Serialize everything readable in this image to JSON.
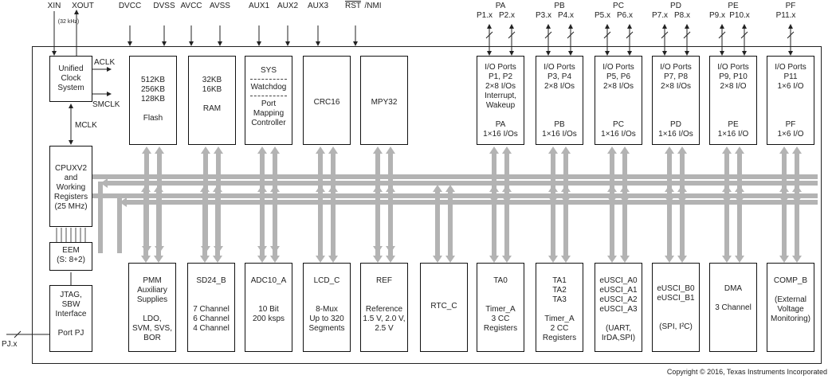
{
  "top_signals": {
    "xin": "XIN",
    "xout": "XOUT",
    "xtal_note": "(32 kHz)",
    "dvcc": "DVCC",
    "dvss": "DVSS",
    "avcc": "AVCC",
    "avss": "AVSS",
    "aux1": "AUX1",
    "aux2": "AUX2",
    "aux3": "AUX3",
    "rst": "RST",
    "nmi": "/NMI"
  },
  "clock": {
    "lines": [
      "Unified",
      "Clock",
      "System"
    ],
    "aclk": "ACLK",
    "smclk": "SMCLK",
    "mclk": "MCLK"
  },
  "cpu": {
    "lines": [
      "CPUXV2",
      "and",
      "Working",
      "Registers",
      "(25 MHz)"
    ]
  },
  "eem": {
    "lines": [
      "EEM",
      "(S: 8+2)"
    ]
  },
  "jtag": {
    "lines": [
      "JTAG,",
      "SBW",
      "Interface",
      "",
      "Port PJ"
    ],
    "pin": "PJ.x"
  },
  "top_blocks": [
    {
      "id": "flash",
      "lines": [
        "512KB",
        "256KB",
        "128KB",
        "",
        "Flash"
      ]
    },
    {
      "id": "ram",
      "lines": [
        "32KB",
        "16KB",
        "",
        "RAM"
      ]
    },
    {
      "id": "crc16",
      "lines": [
        "CRC16"
      ]
    },
    {
      "id": "mpy32",
      "lines": [
        "MPY32"
      ]
    }
  ],
  "sys_block": {
    "sys": "SYS",
    "watchdog": "Watchdog",
    "port_map": [
      "Port",
      "Mapping",
      "Controller"
    ]
  },
  "ports": [
    {
      "group": "PA",
      "pins": [
        "P1.x",
        "P2.x"
      ],
      "lines": [
        "I/O Ports",
        "P1, P2",
        "2×8 I/Os",
        "Interrupt,",
        "Wakeup",
        "",
        "PA",
        "1×16 I/Os"
      ]
    },
    {
      "group": "PB",
      "pins": [
        "P3.x",
        "P4.x"
      ],
      "lines": [
        "I/O Ports",
        "P3, P4",
        "2×8 I/Os",
        "",
        "",
        "",
        "PB",
        "1×16 I/Os"
      ]
    },
    {
      "group": "PC",
      "pins": [
        "P5.x",
        "P6.x"
      ],
      "lines": [
        "I/O Ports",
        "P5, P6",
        "2×8 I/Os",
        "",
        "",
        "",
        "PC",
        "1×16 I/Os"
      ]
    },
    {
      "group": "PD",
      "pins": [
        "P7.x",
        "P8.x"
      ],
      "lines": [
        "I/O Ports",
        "P7, P8",
        "2×8 I/Os",
        "",
        "",
        "",
        "PD",
        "1×16 I/Os"
      ]
    },
    {
      "group": "PE",
      "pins": [
        "P9.x",
        "P10.x"
      ],
      "lines": [
        "I/O Ports",
        "P9, P10",
        "2×8 I/O",
        "",
        "",
        "",
        "PE",
        "1×16 I/O"
      ]
    },
    {
      "group": "PF",
      "pins": [
        "P11.x"
      ],
      "lines": [
        "I/O Ports",
        "P11",
        "1×6 I/O",
        "",
        "",
        "",
        "PF",
        "1×6 I/O"
      ]
    }
  ],
  "bottom_blocks": [
    {
      "id": "pmm",
      "lines": [
        "PMM",
        "Auxiliary",
        "Supplies",
        "",
        "LDO,",
        "SVM, SVS,",
        "BOR"
      ]
    },
    {
      "id": "sd24",
      "lines": [
        "SD24_B",
        "",
        "",
        "7 Channel",
        "6 Channel",
        "4 Channel"
      ]
    },
    {
      "id": "adc10",
      "lines": [
        "ADC10_A",
        "",
        "",
        "10 Bit",
        "200 ksps"
      ]
    },
    {
      "id": "lcd",
      "lines": [
        "LCD_C",
        "",
        "",
        "8-Mux",
        "Up to 320",
        "Segments"
      ]
    },
    {
      "id": "ref",
      "lines": [
        "REF",
        "",
        "",
        "Reference",
        "1.5 V, 2.0 V,",
        "2.5 V"
      ]
    },
    {
      "id": "rtc",
      "lines": [
        "RTC_C"
      ]
    },
    {
      "id": "ta0",
      "lines": [
        "TA0",
        "",
        "",
        "Timer_A",
        "3 CC",
        "Registers"
      ]
    },
    {
      "id": "ta123",
      "lines": [
        "TA1",
        "TA2",
        "TA3",
        "",
        "Timer_A",
        "2 CC",
        "Registers"
      ]
    },
    {
      "id": "eusci_a",
      "lines": [
        "eUSCI_A0",
        "eUSCI_A1",
        "eUSCI_A2",
        "eUSCI_A3",
        "",
        "(UART,",
        "IrDA,SPI)"
      ]
    },
    {
      "id": "eusci_b",
      "lines": [
        "eUSCI_B0",
        "eUSCI_B1",
        "",
        "",
        "(SPI, I²C)"
      ]
    },
    {
      "id": "dma",
      "lines": [
        "DMA",
        "",
        "3 Channel"
      ]
    },
    {
      "id": "comp",
      "lines": [
        "COMP_B",
        "",
        "(External",
        "Voltage",
        "Monitoring)"
      ]
    }
  ],
  "copyright": "Copyright © 2016, Texas Instruments Incorporated"
}
